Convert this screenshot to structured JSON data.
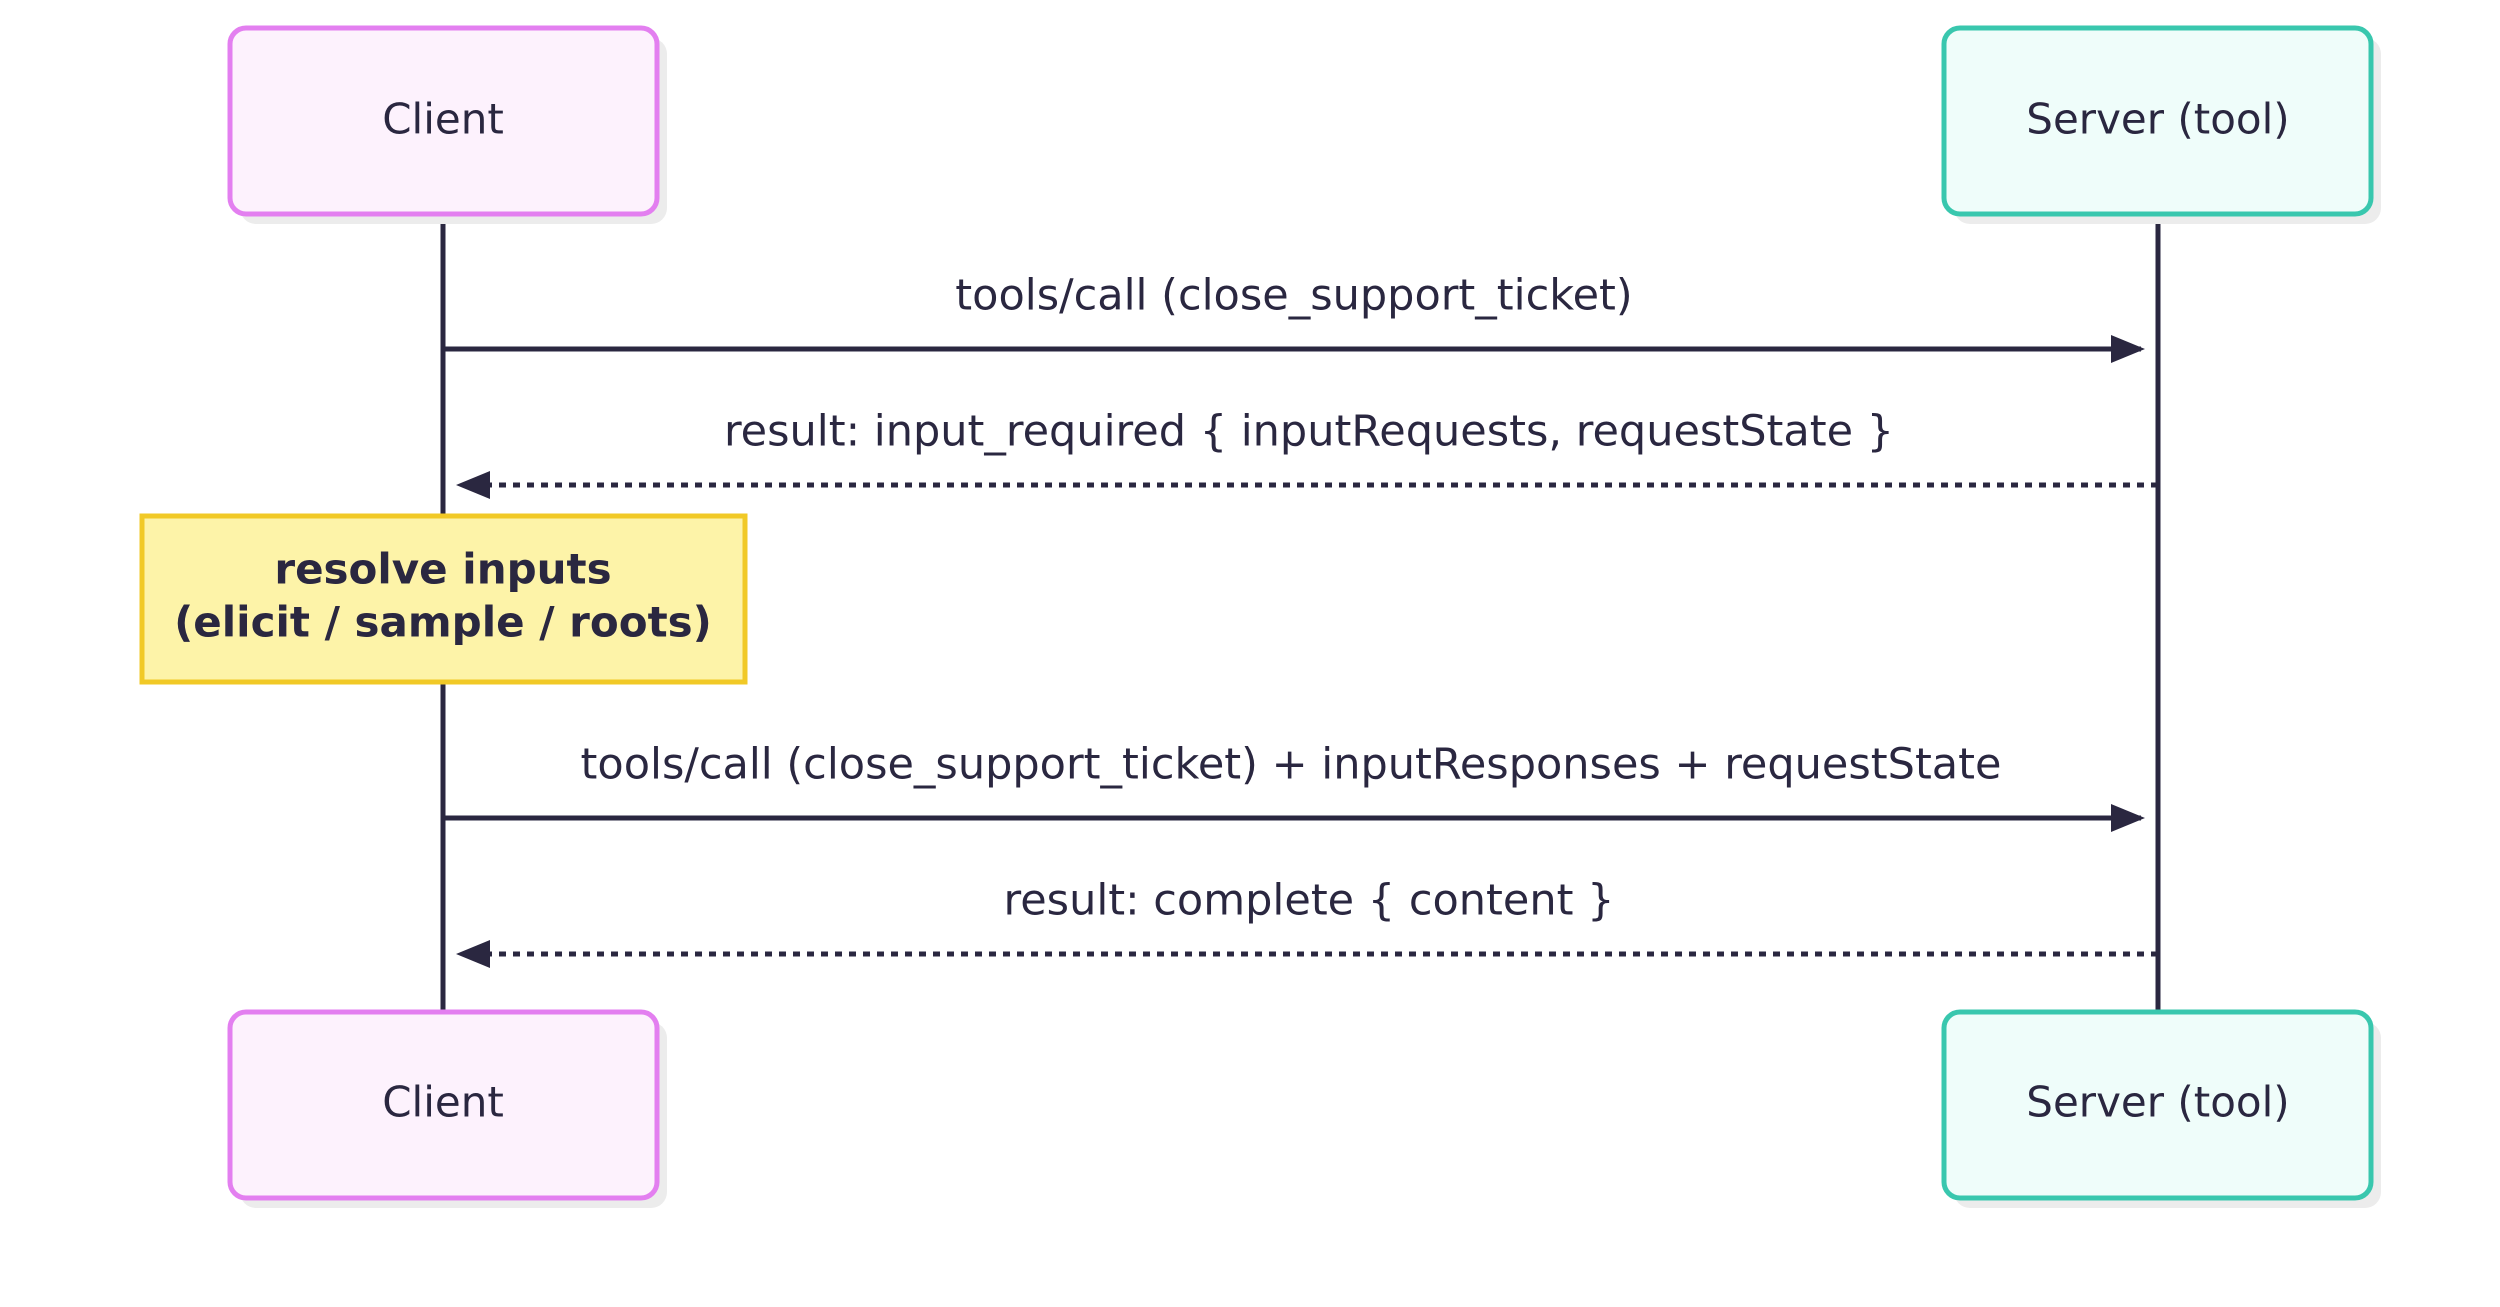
{
  "participants": {
    "client": {
      "label": "Client",
      "fill": "#fdf2fd",
      "border": "#e37ff0"
    },
    "server": {
      "label": "Server (tool)",
      "fill": "#effdfa",
      "border": "#39c7ae"
    }
  },
  "messages": [
    {
      "label": "tools/call (close_support_ticket)",
      "style": "solid",
      "direction": "client-to-server"
    },
    {
      "label": "result: input_required { inputRequests, requestState }",
      "style": "dashed",
      "direction": "server-to-client"
    },
    {
      "label": "tools/call (close_support_ticket) + inputResponses + requestState",
      "style": "solid",
      "direction": "client-to-server"
    },
    {
      "label": "result: complete { content }",
      "style": "dashed",
      "direction": "server-to-client"
    }
  ],
  "note": {
    "line1": "resolve inputs",
    "line2": "(elicit / sample / roots)",
    "fill": "#fdf3a8",
    "border": "#f1c926"
  },
  "colors": {
    "line": "#2a2740",
    "text": "#2a2740",
    "shadow": "#ececec"
  }
}
